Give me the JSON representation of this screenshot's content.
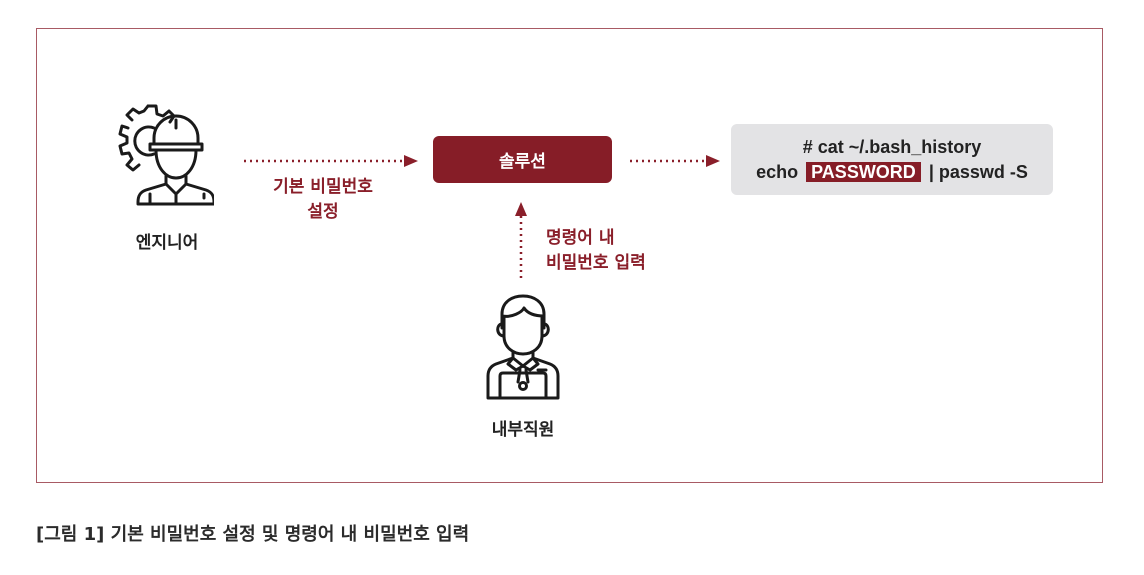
{
  "diagram": {
    "nodes": {
      "engineer": {
        "label": "엔지니어",
        "icon": "engineer-hardhat-gear-icon"
      },
      "solution": {
        "label": "솔루션"
      },
      "employee": {
        "label": "내부직원",
        "icon": "employee-laptop-icon"
      },
      "command": {
        "line1": "# cat ~/.bash_history",
        "line2_prefix": "echo",
        "line2_highlight": "PASSWORD",
        "line2_suffix": "| passwd -S"
      }
    },
    "edges": {
      "engineer_to_solution": {
        "label_line1": "기본 비밀번호",
        "label_line2": "설정"
      },
      "employee_to_solution": {
        "label_line1": "명령어 내",
        "label_line2": "비밀번호 입력"
      },
      "solution_to_command": {
        "label": ""
      }
    },
    "colors": {
      "accent": "#861d27",
      "arrow": "#8a1f2a",
      "frame": "#a85a64",
      "command_bg": "#e3e3e5",
      "text": "#222222"
    }
  },
  "caption": "[그림 1] 기본 비밀번호 설정 및 명령어 내 비밀번호 입력"
}
